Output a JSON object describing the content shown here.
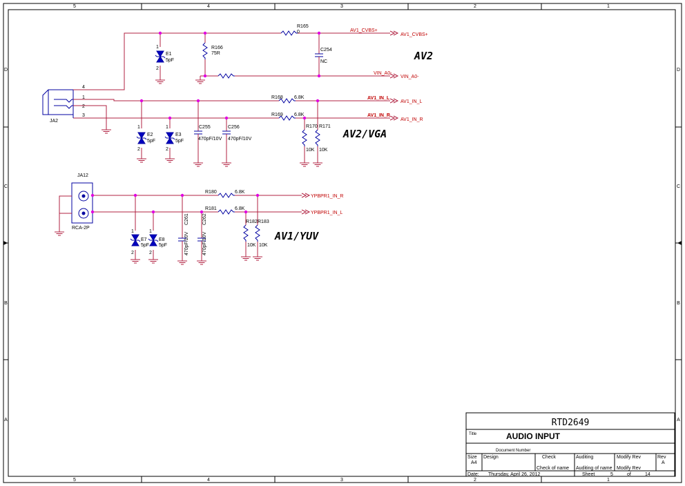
{
  "sheet": {
    "zone_columns": [
      "5",
      "4",
      "3",
      "2",
      "1"
    ],
    "zone_rows": [
      "D",
      "C",
      "B",
      "A"
    ]
  },
  "sections": {
    "av2": "AV2",
    "av2_vga": "AV2/VGA",
    "av1_yuv": "AV1/YUV"
  },
  "connectors": {
    "ja2": {
      "ref": "JA2",
      "pins": [
        "4",
        "1",
        "2",
        "3"
      ]
    },
    "ja12": {
      "ref": "JA12",
      "type": "RCA-2P"
    }
  },
  "components": {
    "r165": {
      "ref": "R165",
      "value": "0"
    },
    "r166": {
      "ref": "R166",
      "value": "75R"
    },
    "c254": {
      "ref": "C254",
      "value": "NC"
    },
    "e1": {
      "ref": "E1",
      "value": "5pF"
    },
    "r168": {
      "ref": "R168",
      "value": "6.8K"
    },
    "r169": {
      "ref": "R169",
      "value": "6.8K"
    },
    "r170": {
      "ref": "R170",
      "value": "10K"
    },
    "r171": {
      "ref": "R171",
      "value": "10K"
    },
    "e2": {
      "ref": "E2",
      "value": "5pF"
    },
    "e3": {
      "ref": "E3",
      "value": "5pF"
    },
    "c255": {
      "ref": "C255",
      "value": "470pF/10V"
    },
    "c256": {
      "ref": "C256",
      "value": "470pF/10V"
    },
    "r180": {
      "ref": "R180",
      "value": "6.8K"
    },
    "r181": {
      "ref": "R181",
      "value": "6.8K"
    },
    "r182": {
      "ref": "R182",
      "value": "10K"
    },
    "r183": {
      "ref": "R183",
      "value": "10K"
    },
    "e7": {
      "ref": "E7",
      "value": "5pF"
    },
    "e8": {
      "ref": "E8",
      "value": "5pF"
    },
    "c261": {
      "ref": "C261",
      "value": "470pF/10V"
    },
    "c262": {
      "ref": "C262",
      "value": "470pF/10V"
    },
    "diode_pins": [
      "1",
      "2"
    ]
  },
  "nets": {
    "av1_cvbs_label": "AV1_CVBS+",
    "av1_cvbs_port": "AV1_CVBS+",
    "vin_a0_label": "VIN_A0-",
    "vin_a0_port": "VIN_A0-",
    "av1_in_l_label": "AV1_IN_L",
    "av1_in_l_port": "AV1_IN_L",
    "av1_in_r_label": "AV1_IN_R",
    "av1_in_r_port": "AV1_IN_R",
    "ypbpr1_in_r_port": "YPBPR1_IN_R",
    "ypbpr1_in_l_port": "YPBPR1_IN_L"
  },
  "title_block": {
    "project": "RTD2649",
    "title_label": "Title",
    "title": "AUDIO INPUT",
    "document_number_label": "Document Number",
    "size_label": "Size",
    "size": "A4",
    "design_label": "Design",
    "check_label": "Check",
    "auditing_label": "Auditing",
    "modify_rev_label": "Modify Rev",
    "rev_label": "Rev",
    "rev": "A",
    "check_of_name": "Check  of  name",
    "auditing_of_name": "Auditing of name",
    "modify_rev_2": "Modify Rev",
    "date_label": "Date:",
    "date": "Thursday, April 26, 2012",
    "sheet_label": "Sheet",
    "sheet_number": "5",
    "of_label": "of",
    "sheet_total": "14"
  },
  "colors": {
    "wire": "#b02040",
    "part": "#0000a0",
    "net_label": "#c00000",
    "junction": "#e000e0",
    "frame": "#000000"
  }
}
